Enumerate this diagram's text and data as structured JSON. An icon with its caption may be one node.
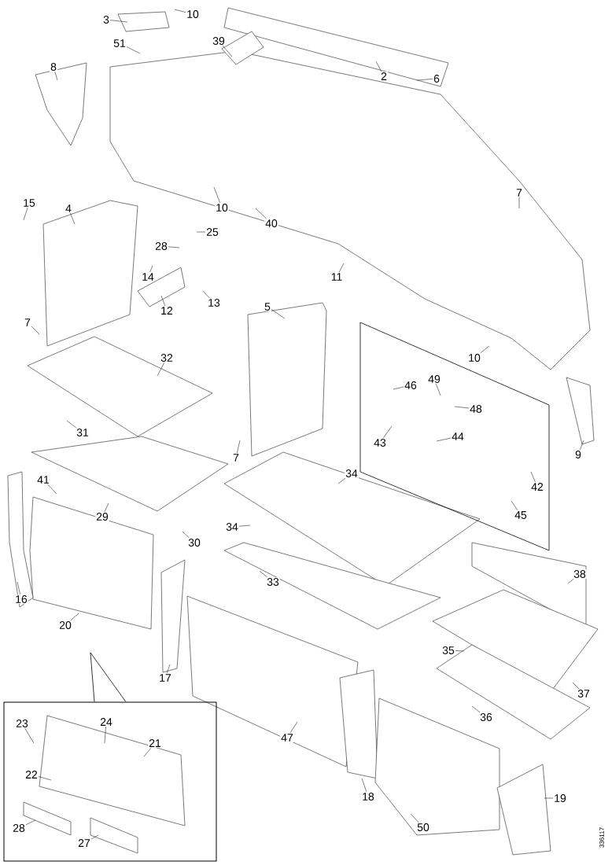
{
  "diagram": {
    "nodes": [
      {
        "text": [
          "3"
        ]
      },
      {
        "text": [
          "10"
        ]
      },
      {
        "text": [
          "51"
        ]
      },
      {
        "text": [
          "39"
        ]
      },
      {
        "text": [
          "2"
        ]
      },
      {
        "text": [
          "6"
        ]
      },
      {
        "text": [
          "8"
        ]
      },
      {
        "text": [
          "7"
        ]
      },
      {
        "text": [
          "15"
        ]
      },
      {
        "text": [
          "4"
        ]
      },
      {
        "text": [
          "10"
        ]
      },
      {
        "text": [
          "40"
        ]
      },
      {
        "text": [
          "25"
        ]
      },
      {
        "text": [
          "28"
        ]
      },
      {
        "text": [
          "11"
        ]
      },
      {
        "text": [
          "14"
        ]
      },
      {
        "text": [
          "12"
        ]
      },
      {
        "text": [
          "13"
        ]
      },
      {
        "text": [
          "7"
        ]
      },
      {
        "text": [
          "5"
        ]
      },
      {
        "text": [
          "10"
        ]
      },
      {
        "text": [
          "32"
        ]
      },
      {
        "text": [
          "46"
        ]
      },
      {
        "text": [
          "49"
        ]
      },
      {
        "text": [
          "48"
        ]
      },
      {
        "text": [
          "9"
        ]
      },
      {
        "text": [
          "31"
        ]
      },
      {
        "text": [
          "7"
        ]
      },
      {
        "text": [
          "43"
        ]
      },
      {
        "text": [
          "44"
        ]
      },
      {
        "text": [
          "42"
        ]
      },
      {
        "text": [
          "45"
        ]
      },
      {
        "text": [
          "34"
        ]
      },
      {
        "text": [
          "41"
        ]
      },
      {
        "text": [
          "29"
        ]
      },
      {
        "text": [
          "30"
        ]
      },
      {
        "text": [
          "34"
        ]
      },
      {
        "text": [
          "33"
        ]
      },
      {
        "text": [
          "38"
        ]
      },
      {
        "text": [
          "16"
        ]
      },
      {
        "text": [
          "20"
        ]
      },
      {
        "text": [
          "35"
        ]
      },
      {
        "text": [
          "37"
        ]
      },
      {
        "text": [
          "17"
        ]
      },
      {
        "text": [
          "36"
        ]
      },
      {
        "text": [],
        "shape": "box"
      },
      {
        "text": [
          "23"
        ],
        "in": 45
      },
      {
        "text": [
          "24"
        ],
        "in": 45
      },
      {
        "text": [
          "21"
        ],
        "in": 45
      },
      {
        "text": [
          "22"
        ],
        "in": 45
      },
      {
        "text": [
          "47"
        ]
      },
      {
        "text": [
          "18"
        ]
      },
      {
        "text": [
          "19"
        ]
      },
      {
        "text": [
          "50"
        ]
      },
      {
        "text": [
          "28"
        ],
        "in": 45
      },
      {
        "text": [
          "27"
        ],
        "in": 45
      }
    ],
    "edges": [
      {
        "from": 0,
        "to": null,
        "arrow": "none"
      },
      {
        "from": 1,
        "to": null,
        "arrow": "none"
      },
      {
        "from": 2,
        "to": null,
        "arrow": "none"
      },
      {
        "from": 3,
        "to": null,
        "arrow": "none"
      },
      {
        "from": 4,
        "to": null,
        "arrow": "none"
      },
      {
        "from": 5,
        "to": null,
        "arrow": "none"
      },
      {
        "from": 6,
        "to": null,
        "arrow": "none"
      },
      {
        "from": 7,
        "to": null,
        "arrow": "none"
      },
      {
        "from": 8,
        "to": null,
        "arrow": "none"
      },
      {
        "from": 9,
        "to": null,
        "arrow": "none"
      },
      {
        "from": 10,
        "to": null,
        "arrow": "none"
      },
      {
        "from": 11,
        "to": null,
        "arrow": "none"
      },
      {
        "from": 12,
        "to": null,
        "arrow": "none"
      },
      {
        "from": 13,
        "to": null,
        "arrow": "none"
      },
      {
        "from": 14,
        "to": null,
        "arrow": "none"
      },
      {
        "from": 15,
        "to": null,
        "arrow": "none"
      },
      {
        "from": 16,
        "to": null,
        "arrow": "none"
      },
      {
        "from": 17,
        "to": null,
        "arrow": "none"
      },
      {
        "from": 18,
        "to": null,
        "arrow": "none"
      },
      {
        "from": 19,
        "to": null,
        "arrow": "none"
      },
      {
        "from": 20,
        "to": null,
        "arrow": "none"
      },
      {
        "from": 21,
        "to": null,
        "arrow": "none"
      },
      {
        "from": 22,
        "to": null,
        "arrow": "none"
      },
      {
        "from": 23,
        "to": null,
        "arrow": "none"
      },
      {
        "from": 24,
        "to": null,
        "arrow": "none"
      },
      {
        "from": 25,
        "to": null,
        "arrow": "none"
      },
      {
        "from": 26,
        "to": null,
        "arrow": "none"
      },
      {
        "from": 27,
        "to": null,
        "arrow": "none"
      },
      {
        "from": 28,
        "to": null,
        "arrow": "none"
      },
      {
        "from": 29,
        "to": null,
        "arrow": "none"
      },
      {
        "from": 30,
        "to": null,
        "arrow": "none"
      },
      {
        "from": 31,
        "to": null,
        "arrow": "none"
      },
      {
        "from": 32,
        "to": null,
        "arrow": "none"
      },
      {
        "from": 33,
        "to": null,
        "arrow": "none"
      },
      {
        "from": 34,
        "to": null,
        "arrow": "none"
      },
      {
        "from": 35,
        "to": null,
        "arrow": "none"
      },
      {
        "from": 36,
        "to": null,
        "arrow": "none"
      },
      {
        "from": 37,
        "to": null,
        "arrow": "none"
      },
      {
        "from": 38,
        "to": null,
        "arrow": "none"
      },
      {
        "from": 39,
        "to": null,
        "arrow": "none"
      },
      {
        "from": 40,
        "to": null,
        "arrow": "none"
      },
      {
        "from": 41,
        "to": null,
        "arrow": "none"
      },
      {
        "from": 42,
        "to": null,
        "arrow": "none"
      },
      {
        "from": 43,
        "to": null,
        "arrow": "none"
      },
      {
        "from": 44,
        "to": null,
        "arrow": "none"
      },
      {
        "from": 45,
        "to": null,
        "arrow": "none"
      },
      {
        "from": 46,
        "to": null,
        "arrow": "none"
      },
      {
        "from": 47,
        "to": null,
        "arrow": "none"
      },
      {
        "from": 48,
        "to": null,
        "arrow": "none"
      },
      {
        "from": 49,
        "to": null,
        "arrow": "none"
      },
      {
        "from": 50,
        "to": null,
        "arrow": "none"
      },
      {
        "from": 51,
        "to": null,
        "arrow": "none"
      },
      {
        "from": 52,
        "to": null,
        "arrow": "none"
      },
      {
        "from": 53,
        "to": null,
        "arrow": "none"
      },
      {
        "from": 54,
        "to": null,
        "arrow": "none"
      },
      {
        "from": 55,
        "to": null,
        "arrow": "none"
      }
    ],
    "labels": [
      "336117"
    ]
  }
}
